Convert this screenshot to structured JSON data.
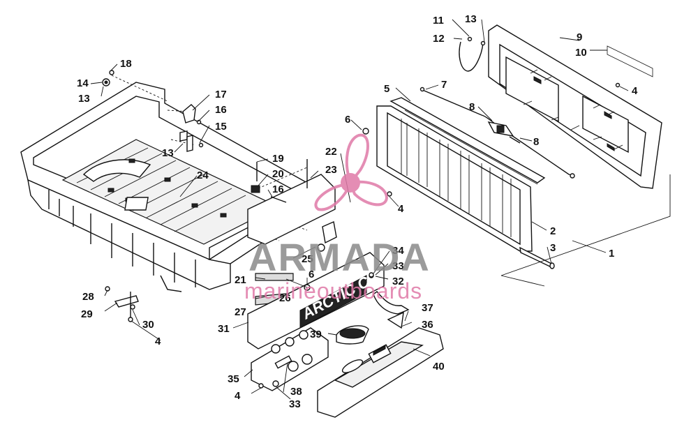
{
  "callouts": {
    "c1": "1",
    "c2": "2",
    "c3": "3",
    "c4a": "4",
    "c4b": "4",
    "c4c": "4",
    "c4d": "4",
    "c5": "5",
    "c6a": "6",
    "c6b": "6",
    "c7": "7",
    "c8a": "8",
    "c8b": "8",
    "c9": "9",
    "c10": "10",
    "c11": "11",
    "c12": "12",
    "c13a": "13",
    "c13b": "13",
    "c13c": "13",
    "c14": "14",
    "c15": "15",
    "c16a": "16",
    "c16b": "16",
    "c17": "17",
    "c18": "18",
    "c19": "19",
    "c20": "20",
    "c21": "21",
    "c22": "22",
    "c23": "23",
    "c24": "24",
    "c25": "25",
    "c26": "26",
    "c27": "27",
    "c28": "28",
    "c29": "29",
    "c30": "30",
    "c31": "31",
    "c32": "32",
    "c33a": "33",
    "c33b": "33",
    "c34": "34",
    "c35": "35",
    "c36": "36",
    "c37": "37",
    "c38": "38",
    "c39": "39",
    "c40": "40"
  },
  "decal": {
    "text": "ARCTIC CAT"
  },
  "watermark": {
    "title": "ARMADA",
    "subtitle": "marineoutboards",
    "colors": {
      "pink": "#e07aa8",
      "gray": "#8a8a8a"
    }
  }
}
